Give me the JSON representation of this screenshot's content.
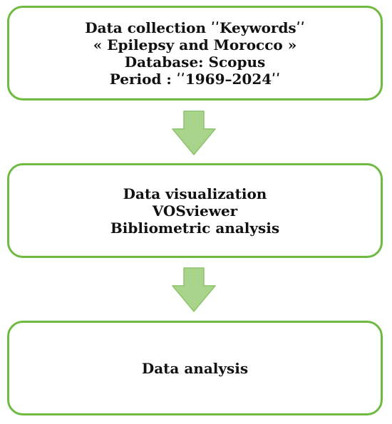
{
  "colors": {
    "box_border": "#6fba40",
    "arrow_fill": "#a9d48b",
    "arrow_stroke": "#8cc46a",
    "text": "#111111"
  },
  "boxes": [
    {
      "lines": [
        "Data collection ʹʹKeywordsʹʹ",
        "« Epilepsy and Morocco »",
        "Database: Scopus",
        "Period : ʹʹ1969–2024ʹʹ"
      ]
    },
    {
      "lines": [
        "Data visualization",
        "VOSviewer",
        "Bibliometric analysis"
      ]
    },
    {
      "lines": [
        "Data analysis"
      ]
    }
  ],
  "arrows": [
    {
      "icon": "down-arrow-icon"
    },
    {
      "icon": "down-arrow-icon"
    }
  ]
}
